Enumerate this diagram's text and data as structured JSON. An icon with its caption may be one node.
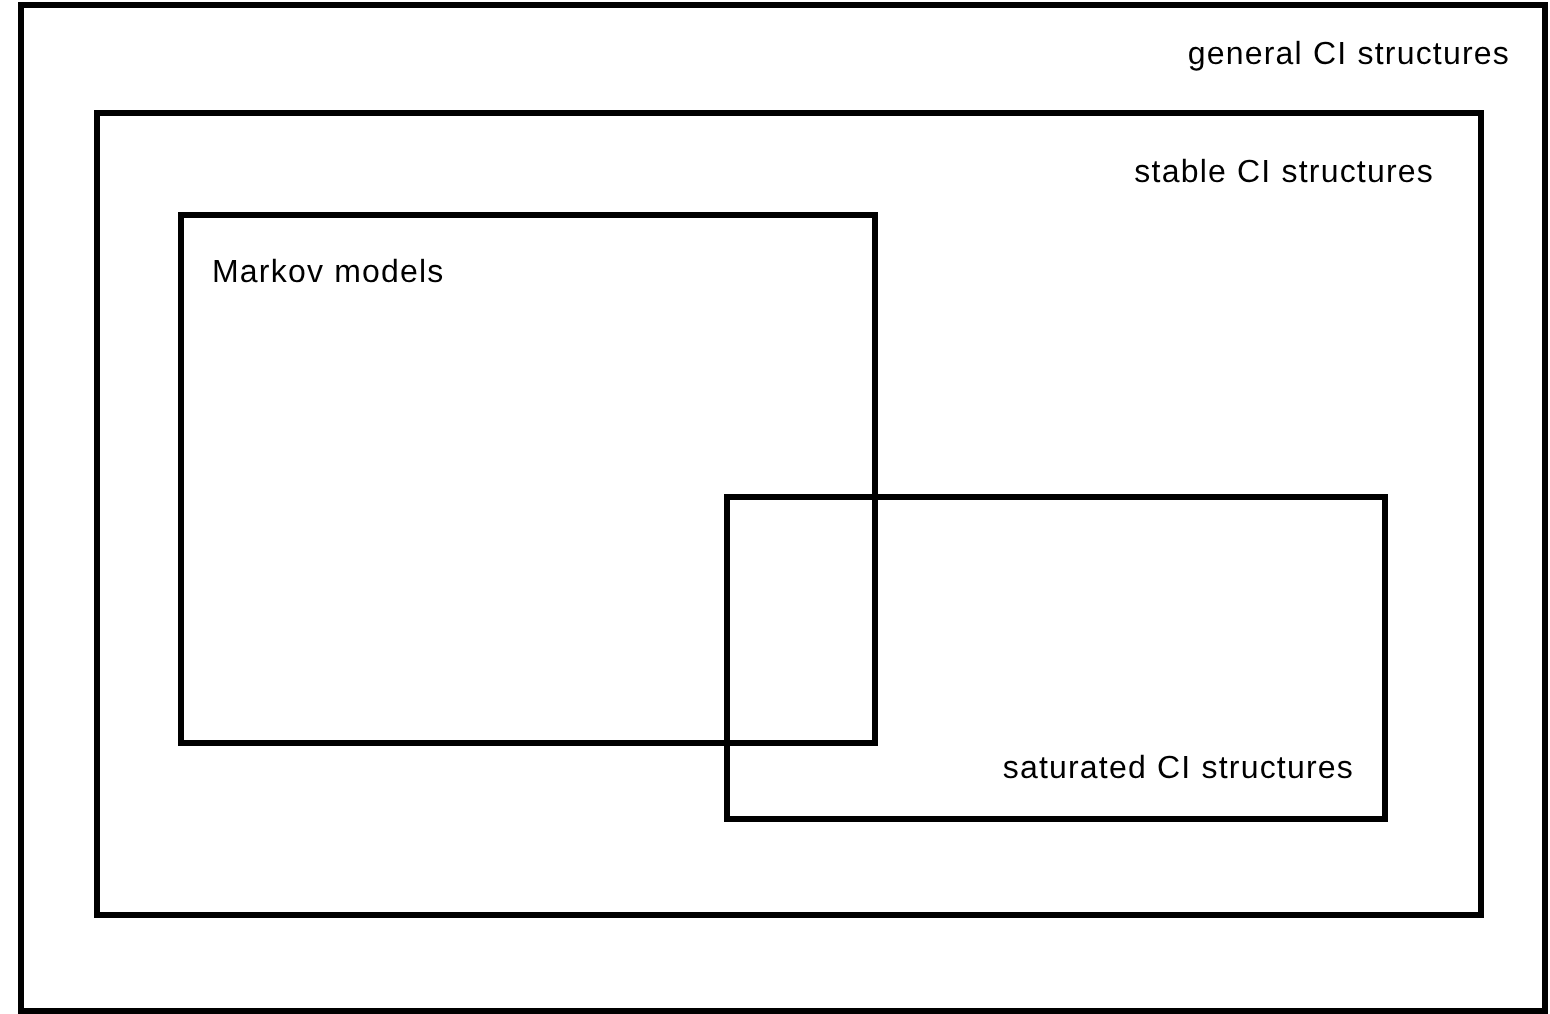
{
  "diagram": {
    "nodes": [
      {
        "text": [
          "general CI structures"
        ]
      },
      {
        "text": [
          "stable CI structures"
        ],
        "in": 0
      },
      {
        "text": [
          "Markov models"
        ],
        "in": 1
      },
      {
        "text": [
          "saturated CI structures"
        ],
        "in": 1
      }
    ]
  }
}
